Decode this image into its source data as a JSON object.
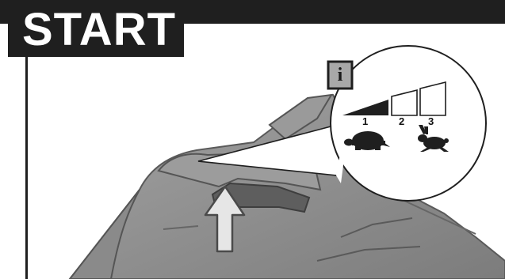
{
  "header": {
    "title": "START",
    "bar_color": "#1f1f1f"
  },
  "info_badge": {
    "symbol": "i",
    "fill": "#a8a8a8"
  },
  "speed_levels": {
    "items": [
      {
        "number": "1",
        "active": true,
        "icon": "turtle-icon"
      },
      {
        "number": "2",
        "active": false,
        "icon": ""
      },
      {
        "number": "3",
        "active": false,
        "icon": "rabbit-icon"
      }
    ]
  },
  "illustration": {
    "device": "blower-handle",
    "arrow_direction": "up",
    "body_color": "#8e8e8e"
  }
}
